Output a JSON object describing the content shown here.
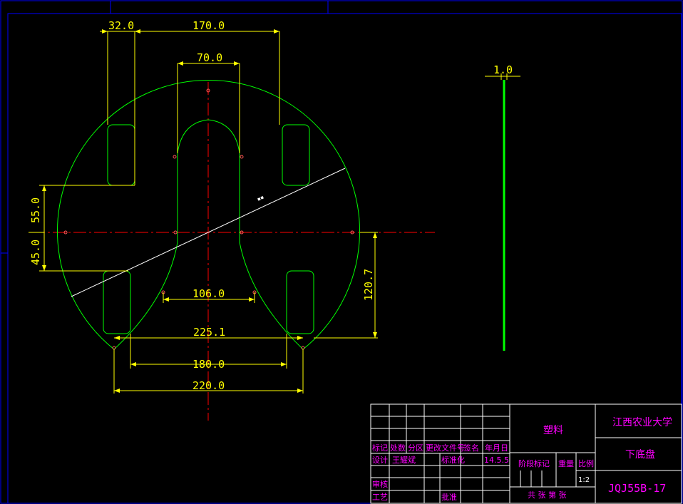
{
  "dimensions": {
    "d32": "32.0",
    "d170": "170.0",
    "d70": "70.0",
    "d55": "55.0",
    "d45": "45.0",
    "d106": "106.0",
    "d225": "225.1",
    "d180": "180.0",
    "d220": "220.0",
    "d120": "120.7",
    "d1": "1.0"
  },
  "colors": {
    "background": "#000000",
    "border": "#0000ff",
    "outline": "#00ff00",
    "dimension": "#ffff00",
    "centerline": "#ff0000",
    "titleblock_text": "#ff00ff",
    "grid": "#ffffff"
  },
  "title_block": {
    "material": "塑料",
    "school": "江西农业大学",
    "part_name": "下底盘",
    "drawing_no": "JQJ55B-17",
    "scale": "1:2",
    "row_headers": [
      "标记",
      "处数",
      "分区",
      "更改文件号",
      "签名",
      "年月日"
    ],
    "design_label": "设计",
    "designer": "王耀斌",
    "standard_label": "标准化",
    "date": "14.5.5",
    "review_label": "审核",
    "process_label": "工艺",
    "approve_label": "批准",
    "stage_label": "阶段标记",
    "weight_label": "重量",
    "ratio_label": "比例",
    "sheets_label": "共  张  第  张"
  }
}
